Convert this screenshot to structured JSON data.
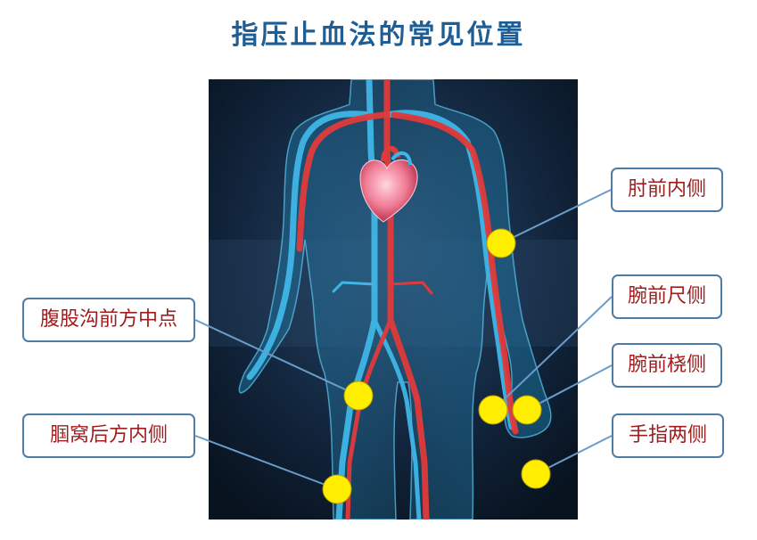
{
  "title": "指压止血法的常见位置",
  "colors": {
    "title": "#1f5d95",
    "label_text": "#a11d1d",
    "label_border": "#4d7ca6",
    "point_fill": "#ffee00",
    "artery": "#e03a3a",
    "vein": "#3fb6e6",
    "background": "#0d2138"
  },
  "labels": {
    "elbow_inner": "肘前内侧",
    "wrist_ulnar": "腕前尺侧",
    "wrist_radial": "腕前桡侧",
    "finger_sides": "手指两侧",
    "groin_midpoint": "腹股沟前方中点",
    "popliteal_inner": "腘窝后方内侧"
  }
}
